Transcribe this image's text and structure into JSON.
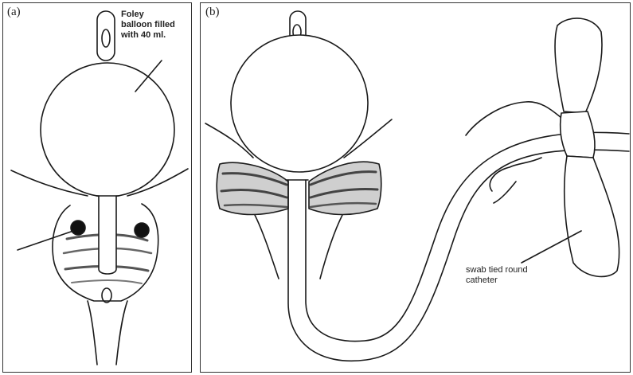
{
  "panel_a": {
    "letter": "(a)",
    "foley_label": [
      "Foley",
      "balloon filled",
      "with 40 ml."
    ]
  },
  "panel_b": {
    "letter": "(b)",
    "swab_label": [
      "swab tied round",
      "catheter"
    ]
  }
}
